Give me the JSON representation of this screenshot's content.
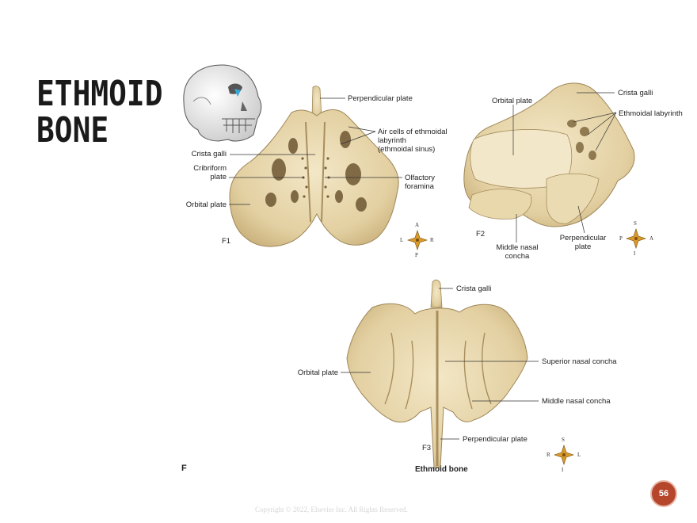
{
  "slide": {
    "title_line1": "ETHMOID",
    "title_line2": "BONE",
    "page_number": "56",
    "copyright": "Copyright © 2022, Elsevier Inc. All Rights Reserved.",
    "figure_letter": "F",
    "caption": "Ethmoid bone"
  },
  "f1": {
    "tag": "F1",
    "labels": {
      "perpendicular_plate": "Perpendicular plate",
      "air_cells_1": "Air cells of ethmoidal",
      "air_cells_2": "labyrinth",
      "air_cells_3": "(ethmoidal sinus)",
      "crista_galli": "Crista galli",
      "cribriform_1": "Cribriform",
      "cribriform_2": "plate",
      "olfactory_1": "Olfactory",
      "olfactory_2": "foramina",
      "orbital_plate": "Orbital plate"
    },
    "compass": {
      "top": "A",
      "bottom": "P",
      "left": "L",
      "right": "R"
    }
  },
  "f2": {
    "tag": "F2",
    "labels": {
      "orbital_plate": "Orbital plate",
      "crista_galli": "Crista galli",
      "ethmoidal_labyrinth": "Ethmoidal labyrinth",
      "middle_nasal_1": "Middle nasal",
      "middle_nasal_2": "concha",
      "perpendicular_1": "Perpendicular",
      "perpendicular_2": "plate"
    },
    "compass": {
      "top": "S",
      "bottom": "I",
      "left": "P",
      "right": "A"
    }
  },
  "f3": {
    "tag": "F3",
    "labels": {
      "crista_galli": "Crista galli",
      "superior_nasal": "Superior nasal concha",
      "orbital_plate": "Orbital plate",
      "middle_nasal": "Middle nasal concha",
      "perpendicular_plate": "Perpendicular plate"
    },
    "compass": {
      "top": "S",
      "bottom": "I",
      "left": "R",
      "right": "L"
    }
  },
  "colors": {
    "bone": "#e8d8b0",
    "bone_dark": "#b59c6c",
    "badge": "#b5452b",
    "skull_highlight": "#35a8d8"
  }
}
